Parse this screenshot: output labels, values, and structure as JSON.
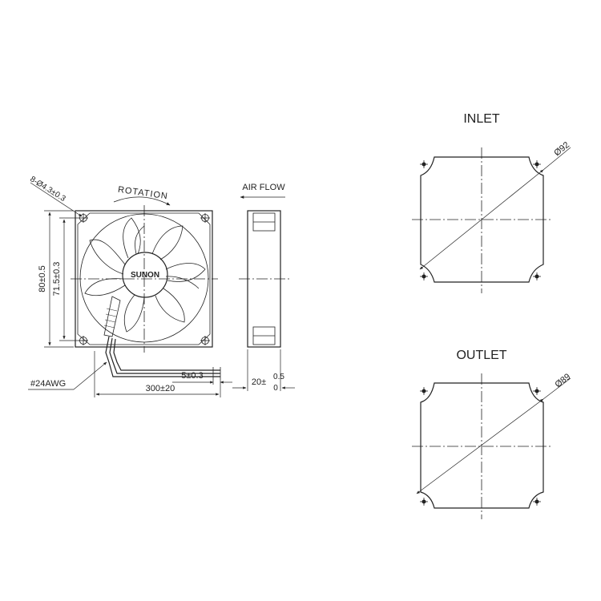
{
  "diagram": {
    "front_view": {
      "hole_callout": "8-Ø4.3±0.3",
      "rotation_label": "ROTATION",
      "brand_label": "SUNON",
      "height_dim": "80±0.5",
      "hole_spacing_dim": "71.5±0.3",
      "wire_gauge": "#24AWG",
      "strip_dim": "5±0.3",
      "lead_length_dim": "300±20"
    },
    "side_view": {
      "airflow_label": "AIR FLOW",
      "thickness_main": "20±",
      "thickness_upper": "0.5",
      "thickness_lower": "0"
    },
    "inlet_view": {
      "title": "INLET",
      "diameter": "Ø92"
    },
    "outlet_view": {
      "title": "OUTLET",
      "diameter": "Ø89"
    }
  }
}
